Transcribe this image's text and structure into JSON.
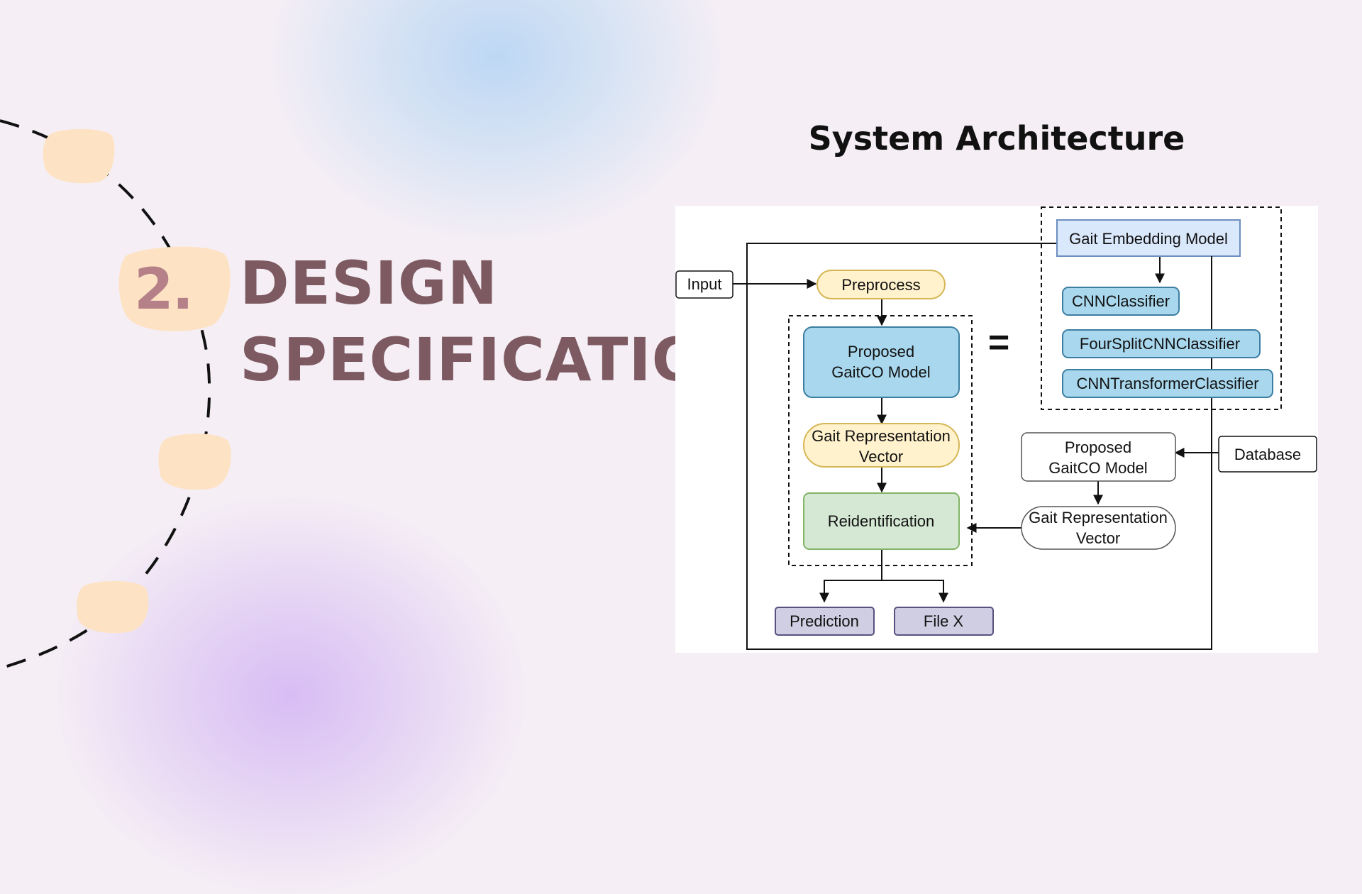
{
  "slide": {
    "number": "2.",
    "heading_line1": "DESIGN",
    "heading_line2": "SPECIFICATION"
  },
  "diagram": {
    "title": "System Architecture",
    "nodes": {
      "input": "Input",
      "preprocess": "Preprocess",
      "proposed_model_line1": "Proposed",
      "proposed_model_line2": "GaitCO Model",
      "gait_vector_line1": "Gait Representation",
      "gait_vector_line2": "Vector",
      "reidentification": "Reidentification",
      "prediction": "Prediction",
      "file_x": "File X",
      "equals": "=",
      "gait_embedding_model": "Gait Embedding Model",
      "cnn_classifier": "CNNClassifier",
      "foursplit_classifier": "FourSplitCNNClassifier",
      "cnn_transformer_classifier": "CNNTransformerClassifier",
      "database": "Database",
      "db_model_line1": "Proposed",
      "db_model_line2": "GaitCO Model",
      "db_vector_line1": "Gait Representation",
      "db_vector_line2": "Vector"
    },
    "colors": {
      "preprocess_fill": "#fff2cc",
      "preprocess_stroke": "#d6b656",
      "model_fill": "#a9d8ee",
      "model_stroke": "#3c7ea1",
      "vector_fill": "#fff2cc",
      "reid_fill": "#d5e8d4",
      "reid_stroke": "#82b366",
      "output_fill": "#d0cee2",
      "output_stroke": "#56517e",
      "embedding_fill": "#dae8fc",
      "embedding_stroke": "#6c8ebf"
    }
  }
}
